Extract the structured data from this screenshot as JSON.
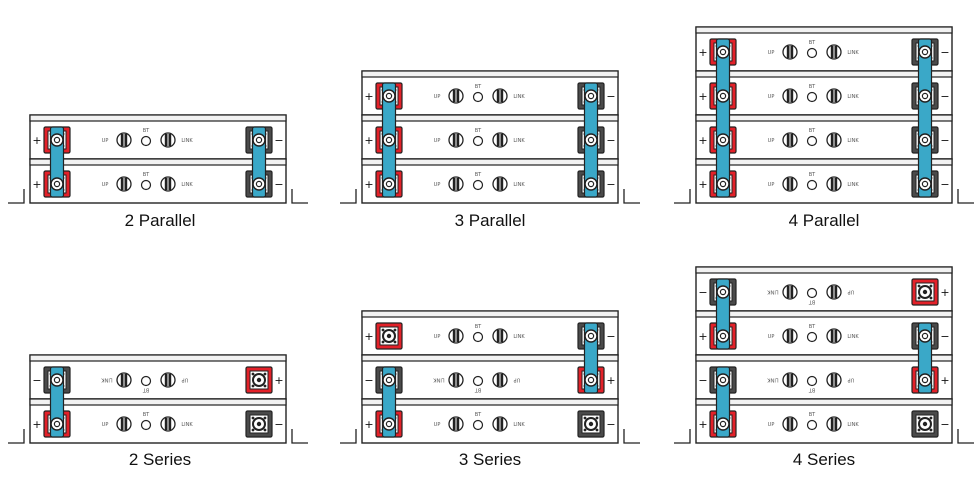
{
  "title": "",
  "module_labels": {
    "positive": "+",
    "negative": "−",
    "port_up": "UP",
    "port_bt": "BT",
    "port_link": "LINK"
  },
  "colors": {
    "terminal_positive": "#e32129",
    "terminal_negative": "#4a4a4a",
    "busbar": "#3aa8c8",
    "outline": "#222222"
  },
  "configurations": [
    {
      "caption": "2 Parallel",
      "modules": [
        {
          "flipped": false,
          "pos_mode": "bar",
          "neg_mode": "bar"
        },
        {
          "flipped": false,
          "pos_mode": "bar",
          "neg_mode": "bar"
        }
      ],
      "busbars": [
        {
          "side": "left",
          "from": 0,
          "to": 1
        },
        {
          "side": "right",
          "from": 0,
          "to": 1
        }
      ]
    },
    {
      "caption": "3 Parallel",
      "modules": [
        {
          "flipped": false,
          "pos_mode": "bar",
          "neg_mode": "bar"
        },
        {
          "flipped": false,
          "pos_mode": "bar",
          "neg_mode": "bar"
        },
        {
          "flipped": false,
          "pos_mode": "bar",
          "neg_mode": "bar"
        }
      ],
      "busbars": [
        {
          "side": "left",
          "from": 0,
          "to": 2
        },
        {
          "side": "right",
          "from": 0,
          "to": 2
        }
      ]
    },
    {
      "caption": "4 Parallel",
      "modules": [
        {
          "flipped": false,
          "pos_mode": "bar",
          "neg_mode": "bar"
        },
        {
          "flipped": false,
          "pos_mode": "bar",
          "neg_mode": "bar"
        },
        {
          "flipped": false,
          "pos_mode": "bar",
          "neg_mode": "bar"
        },
        {
          "flipped": false,
          "pos_mode": "bar",
          "neg_mode": "bar"
        }
      ],
      "busbars": [
        {
          "side": "left",
          "from": 0,
          "to": 3
        },
        {
          "side": "right",
          "from": 0,
          "to": 3
        }
      ]
    },
    {
      "caption": "2 Series",
      "modules": [
        {
          "flipped": true,
          "pos_mode": "open",
          "neg_mode": "bar"
        },
        {
          "flipped": false,
          "pos_mode": "bar",
          "neg_mode": "open"
        }
      ],
      "busbars": [
        {
          "side": "left",
          "from": 0,
          "to": 1
        }
      ]
    },
    {
      "caption": "3 Series",
      "modules": [
        {
          "flipped": false,
          "pos_mode": "open",
          "neg_mode": "bar"
        },
        {
          "flipped": true,
          "pos_mode": "bar",
          "neg_mode": "bar"
        },
        {
          "flipped": false,
          "pos_mode": "bar",
          "neg_mode": "open"
        }
      ],
      "busbars": [
        {
          "side": "right",
          "from": 0,
          "to": 1
        },
        {
          "side": "left",
          "from": 1,
          "to": 2
        }
      ]
    },
    {
      "caption": "4 Series",
      "modules": [
        {
          "flipped": true,
          "pos_mode": "open",
          "neg_mode": "bar"
        },
        {
          "flipped": false,
          "pos_mode": "bar",
          "neg_mode": "bar"
        },
        {
          "flipped": true,
          "pos_mode": "bar",
          "neg_mode": "bar"
        },
        {
          "flipped": false,
          "pos_mode": "bar",
          "neg_mode": "open"
        }
      ],
      "busbars": [
        {
          "side": "left",
          "from": 0,
          "to": 1
        },
        {
          "side": "right",
          "from": 1,
          "to": 2
        },
        {
          "side": "left",
          "from": 2,
          "to": 3
        }
      ]
    }
  ]
}
